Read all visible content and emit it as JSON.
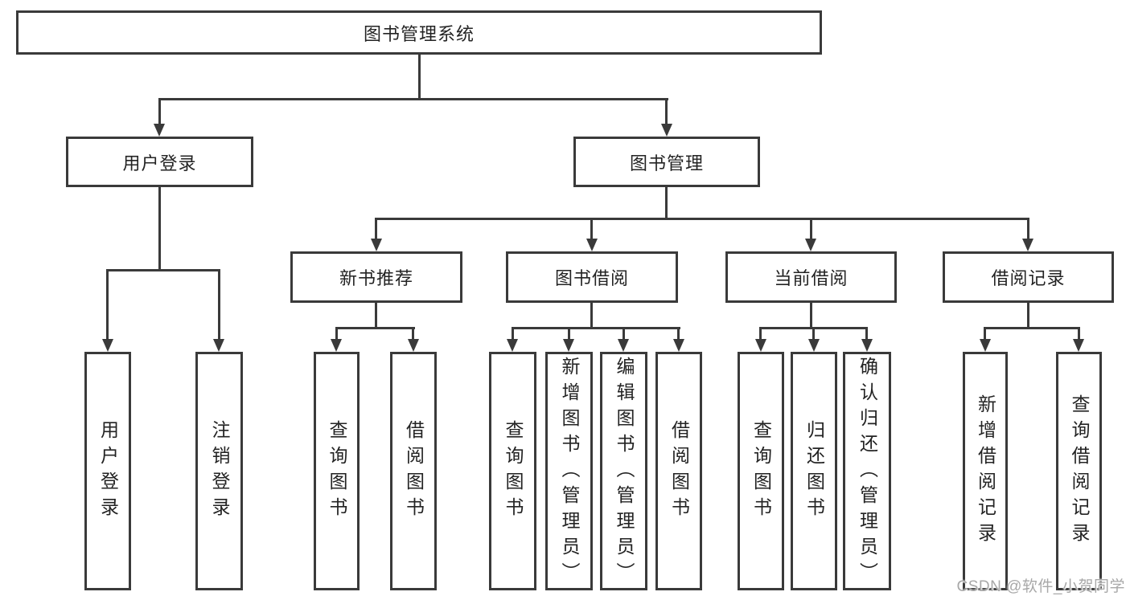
{
  "tree": {
    "root": {
      "label": "图书管理系统",
      "children": [
        {
          "label": "用户登录",
          "children": [
            {
              "label": "用户登录"
            },
            {
              "label": "注销登录"
            }
          ]
        },
        {
          "label": "图书管理",
          "children": [
            {
              "label": "新书推荐",
              "children": [
                {
                  "label": "查询图书"
                },
                {
                  "label": "借阅图书"
                }
              ]
            },
            {
              "label": "图书借阅",
              "children": [
                {
                  "label": "查询图书"
                },
                {
                  "label": "新增图书（管理员）"
                },
                {
                  "label": "编辑图书（管理员）"
                },
                {
                  "label": "借阅图书"
                }
              ]
            },
            {
              "label": "当前借阅",
              "children": [
                {
                  "label": "查询图书"
                },
                {
                  "label": "归还图书"
                },
                {
                  "label": "确认归还（管理员）"
                }
              ]
            },
            {
              "label": "借阅记录",
              "children": [
                {
                  "label": "新增借阅记录"
                },
                {
                  "label": "查询借阅记录"
                }
              ]
            }
          ]
        }
      ]
    }
  },
  "watermark": {
    "text": "CSDN @软件_小贺同学"
  },
  "colors": {
    "line": "#3a3a3a",
    "text": "#232323",
    "watermark": "#a8a8a8",
    "background": "#ffffff"
  }
}
